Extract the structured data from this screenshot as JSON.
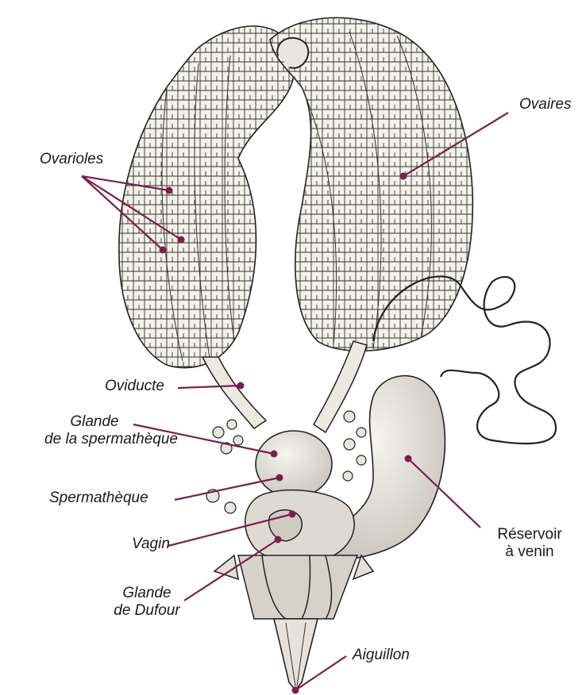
{
  "diagram": {
    "leader_color": "#7a1f4a",
    "ink_color": "#222222",
    "labels": {
      "ovaires": "Ovaires",
      "ovarioles": "Ovarioles",
      "oviducte": "Oviducte",
      "glande_sperm_line1": "Glande",
      "glande_sperm_line2": "de la spermathèque",
      "spermatheque": "Spermathèque",
      "vagin": "Vagin",
      "glande_dufour_line1": "Glande",
      "glande_dufour_line2": "de Dufour",
      "aiguillon": "Aiguillon",
      "reservoir_line1": "Réservoir",
      "reservoir_line2": "à venin"
    }
  }
}
